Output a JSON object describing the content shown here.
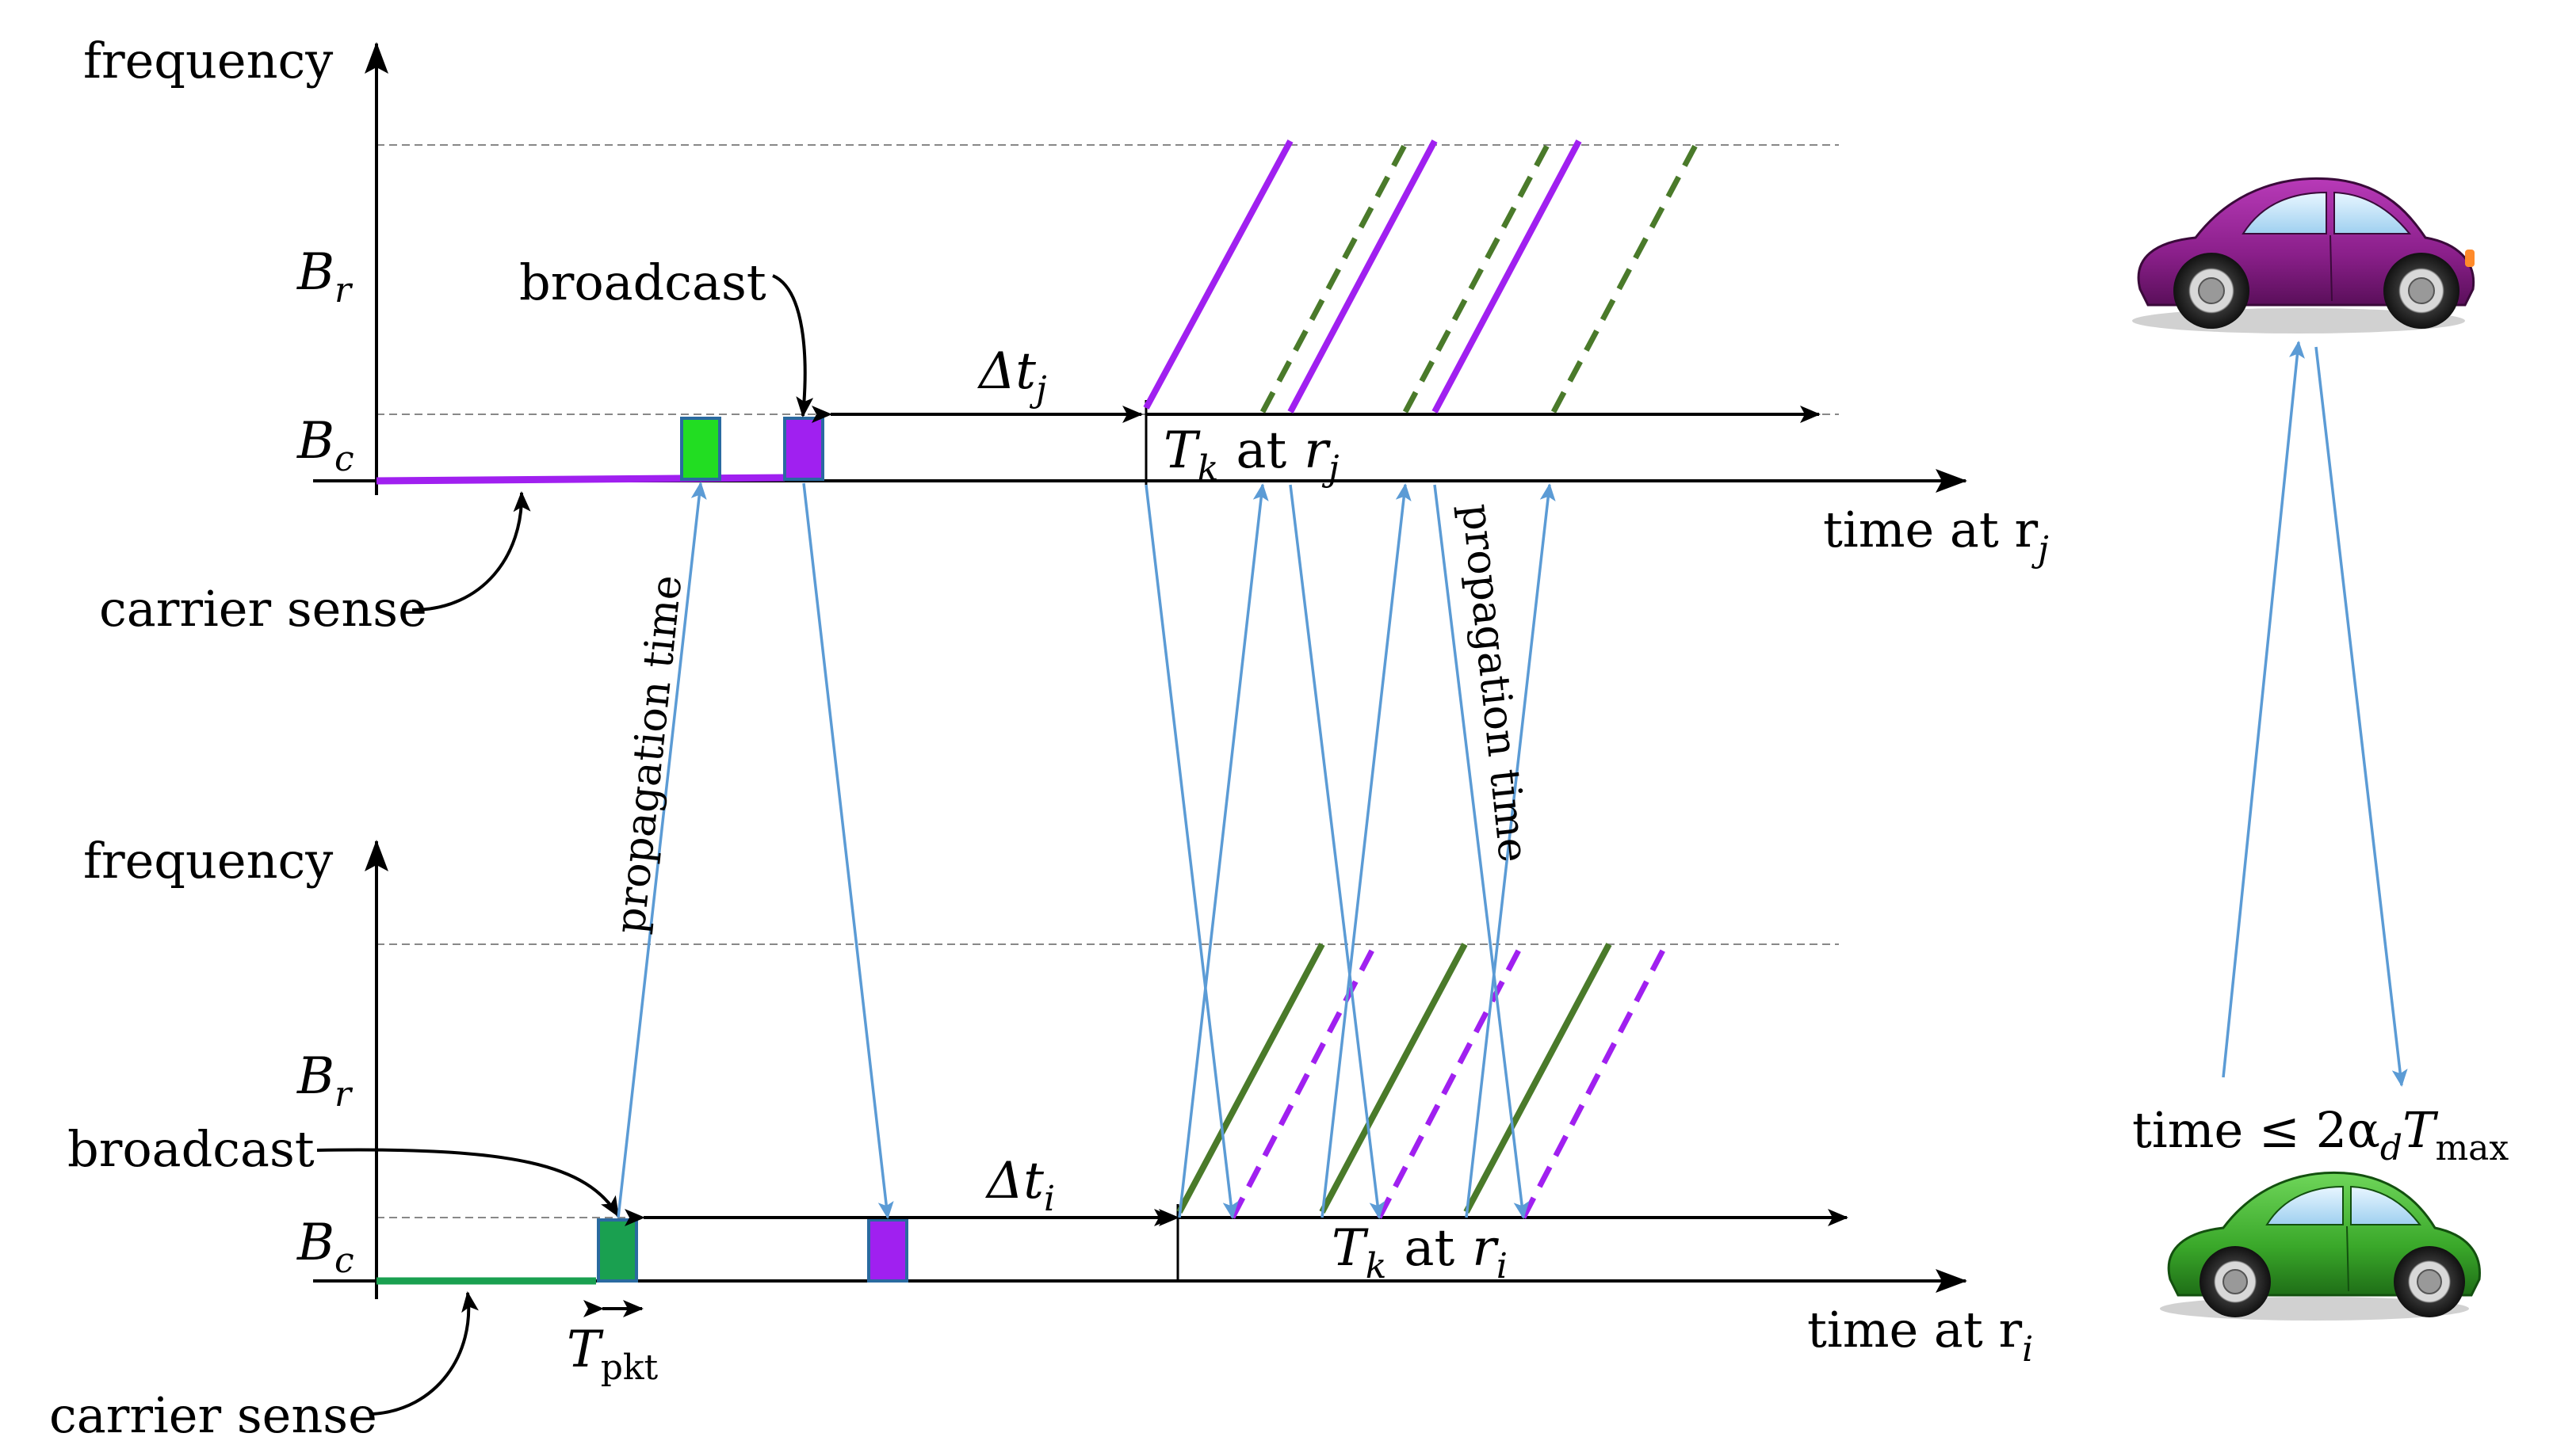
{
  "top_panel": {
    "y_axis_label": "frequency",
    "x_axis_label": "time at r",
    "x_axis_sub": "j",
    "br_label": "B",
    "br_sub": "r",
    "bc_label": "B",
    "bc_sub": "c",
    "broadcast_label": "broadcast",
    "carrier_sense_label": "carrier sense",
    "delta_label": "Δt",
    "delta_sub": "j",
    "tk_label": "T",
    "tk_sub": "k",
    "tk_at": "at",
    "tk_r": "r",
    "tk_r_sub": "j",
    "propagation_label": "propagation time"
  },
  "bottom_panel": {
    "y_axis_label": "frequency",
    "x_axis_label": "time at r",
    "x_axis_sub": "i",
    "br_label": "B",
    "br_sub": "r",
    "bc_label": "B",
    "bc_sub": "c",
    "broadcast_label": "broadcast",
    "carrier_sense_label": "carrier sense",
    "delta_label": "Δt",
    "delta_sub": "i",
    "tk_label": "T",
    "tk_sub": "k",
    "tk_at": "at",
    "tk_r": "r",
    "tk_r_sub": "i",
    "tpkt_label": "T",
    "tpkt_sub": "pkt",
    "propagation_label": "propagation time"
  },
  "right_panel": {
    "time_label": "time ≤ 2α",
    "alpha_sub": "d",
    "tmax_label": "T",
    "tmax_sub": "max"
  },
  "colors": {
    "purple": "#a020f0",
    "green_bright": "#22dd22",
    "green_dark": "#1aa050",
    "olive_green": "#4a7a2a",
    "arrow_blue": "#5b9bd5",
    "car_purple": "#8a1f8a",
    "car_green": "#3aa82a"
  }
}
